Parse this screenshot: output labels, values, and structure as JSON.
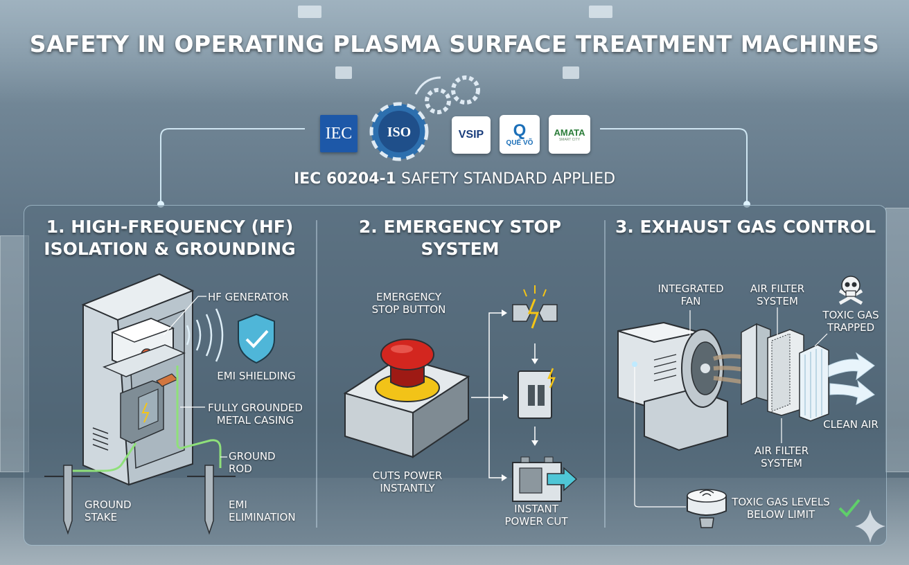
{
  "title": "SAFETY IN OPERATING PLASMA SURFACE TREATMENT MACHINES",
  "standard": {
    "prefix": "IEC 60204-1",
    "suffix": " SAFETY STANDARD APPLIED",
    "logos": {
      "iec": "IEC",
      "iso": "ISO",
      "vsip": "VSIP",
      "que_vo_mark": "Q",
      "que_vo": "QUẾ VÕ",
      "amata": "AMATA",
      "amata_sub": "SMART CITY"
    }
  },
  "sections": [
    {
      "heading_line1": "1. HIGH-FREQUENCY (HF)",
      "heading_line2": "ISOLATION & GROUNDING",
      "labels": {
        "hf_generator": "HF GENERATOR",
        "emi_shielding": "EMI SHIELDING",
        "casing_1": "FULLY GROUNDED",
        "casing_2": "METAL CASING",
        "rod_1": "GROUND",
        "rod_2": "ROD",
        "stake_1": "GROUND",
        "stake_2": "STAKE",
        "emi_1": "EMI",
        "emi_2": "ELIMINATION"
      }
    },
    {
      "heading": "2. EMERGENCY STOP SYSTEM",
      "labels": {
        "button_1": "EMERGENCY",
        "button_2": "STOP BUTTON",
        "cuts_1": "CUTS POWER",
        "cuts_2": "INSTANTLY",
        "instant_1": "INSTANT",
        "instant_2": "POWER CUT"
      }
    },
    {
      "heading": "3. EXHAUST GAS CONTROL",
      "labels": {
        "fan_1": "INTEGRATED",
        "fan_2": "FAN",
        "filter_top_1": "AIR FILTER",
        "filter_top_2": "SYSTEM",
        "toxic_1": "TOXIC GAS",
        "toxic_2": "TRAPPED",
        "clean_air": "CLEAN AIR",
        "filter_bot_1": "AIR FILTER",
        "filter_bot_2": "SYSTEM",
        "levels_1": "TOXIC GAS LEVELS",
        "levels_2": "BELOW LIMIT"
      }
    }
  ],
  "colors": {
    "accent_line": "#cfe6f2",
    "ground_wire": "#8fe07a",
    "shield": "#4fb6d8",
    "estop_red": "#d3261f",
    "estop_ring": "#f2c318",
    "bolt": "#f5c516",
    "check": "#5fcf6a",
    "air_arrow": "#e8f4fb"
  }
}
